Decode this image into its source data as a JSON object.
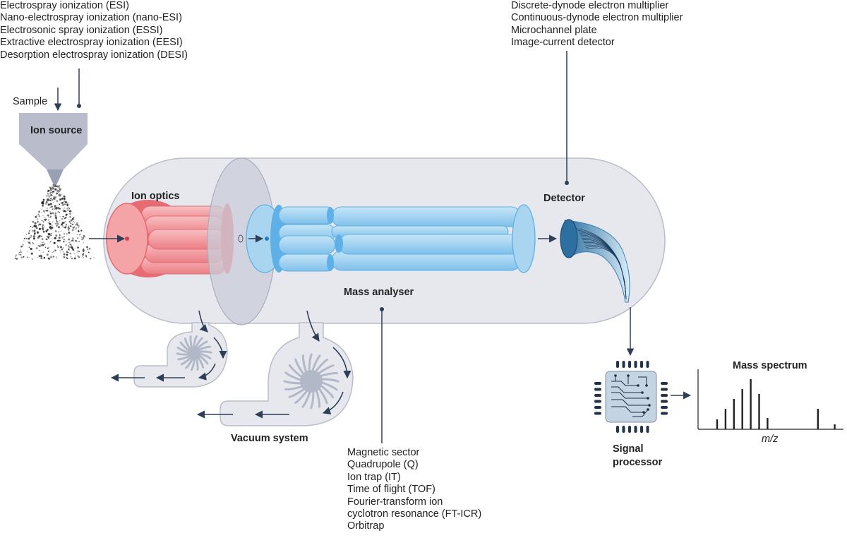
{
  "ion_source": {
    "label": "Ion source",
    "sample_label": "Sample",
    "types": [
      "Electrospray ionization (ESI)",
      "Nano-electrospray ionization (nano-ESI)",
      "Electrosonic spray ionization (ESSI)",
      "Extractive electrospray ionization (EESI)",
      "Desorption electrospray ionization (DESI)"
    ]
  },
  "ion_optics": {
    "label": "Ion optics"
  },
  "mass_analyser": {
    "label": "Mass analyser",
    "types": [
      "Magnetic sector",
      "Quadrupole (Q)",
      "Ion trap  (IT)",
      "Time of flight (TOF)",
      "Fourier-transform ion",
      "cyclotron resonance (FT-ICR)",
      "Orbitrap"
    ]
  },
  "detector": {
    "label": "Detector",
    "types": [
      "Discrete-dynode electron multiplier",
      "Continuous-dynode electron multiplier",
      "Microchannel plate",
      "Image-current detector"
    ]
  },
  "vacuum_system": {
    "label": "Vacuum system"
  },
  "signal_processor": {
    "label_line1": "Signal",
    "label_line2": "processor"
  },
  "mass_spectrum": {
    "title": "Mass spectrum",
    "xlabel": "m/z"
  },
  "colors": {
    "chamber": "#e6e8ee",
    "chamber_stroke": "#b9bdc9",
    "ion_optics": "#f4a3a6",
    "ion_optics_dark": "#e76b72",
    "analyser": "#a9d5f1",
    "analyser_dark": "#5fb0e6",
    "arrow": "#2f3e57",
    "source": "#b8bccb"
  },
  "chart_data": {
    "type": "bar",
    "title": "Mass spectrum",
    "xlabel": "m/z",
    "ylabel": "",
    "x": [
      1,
      2,
      3,
      4,
      5,
      6,
      7,
      8,
      9,
      10,
      11,
      12,
      13,
      14,
      15
    ],
    "values": [
      14,
      29,
      43,
      57,
      71,
      50,
      16,
      0,
      0,
      0,
      0,
      0,
      29,
      0,
      7
    ]
  }
}
